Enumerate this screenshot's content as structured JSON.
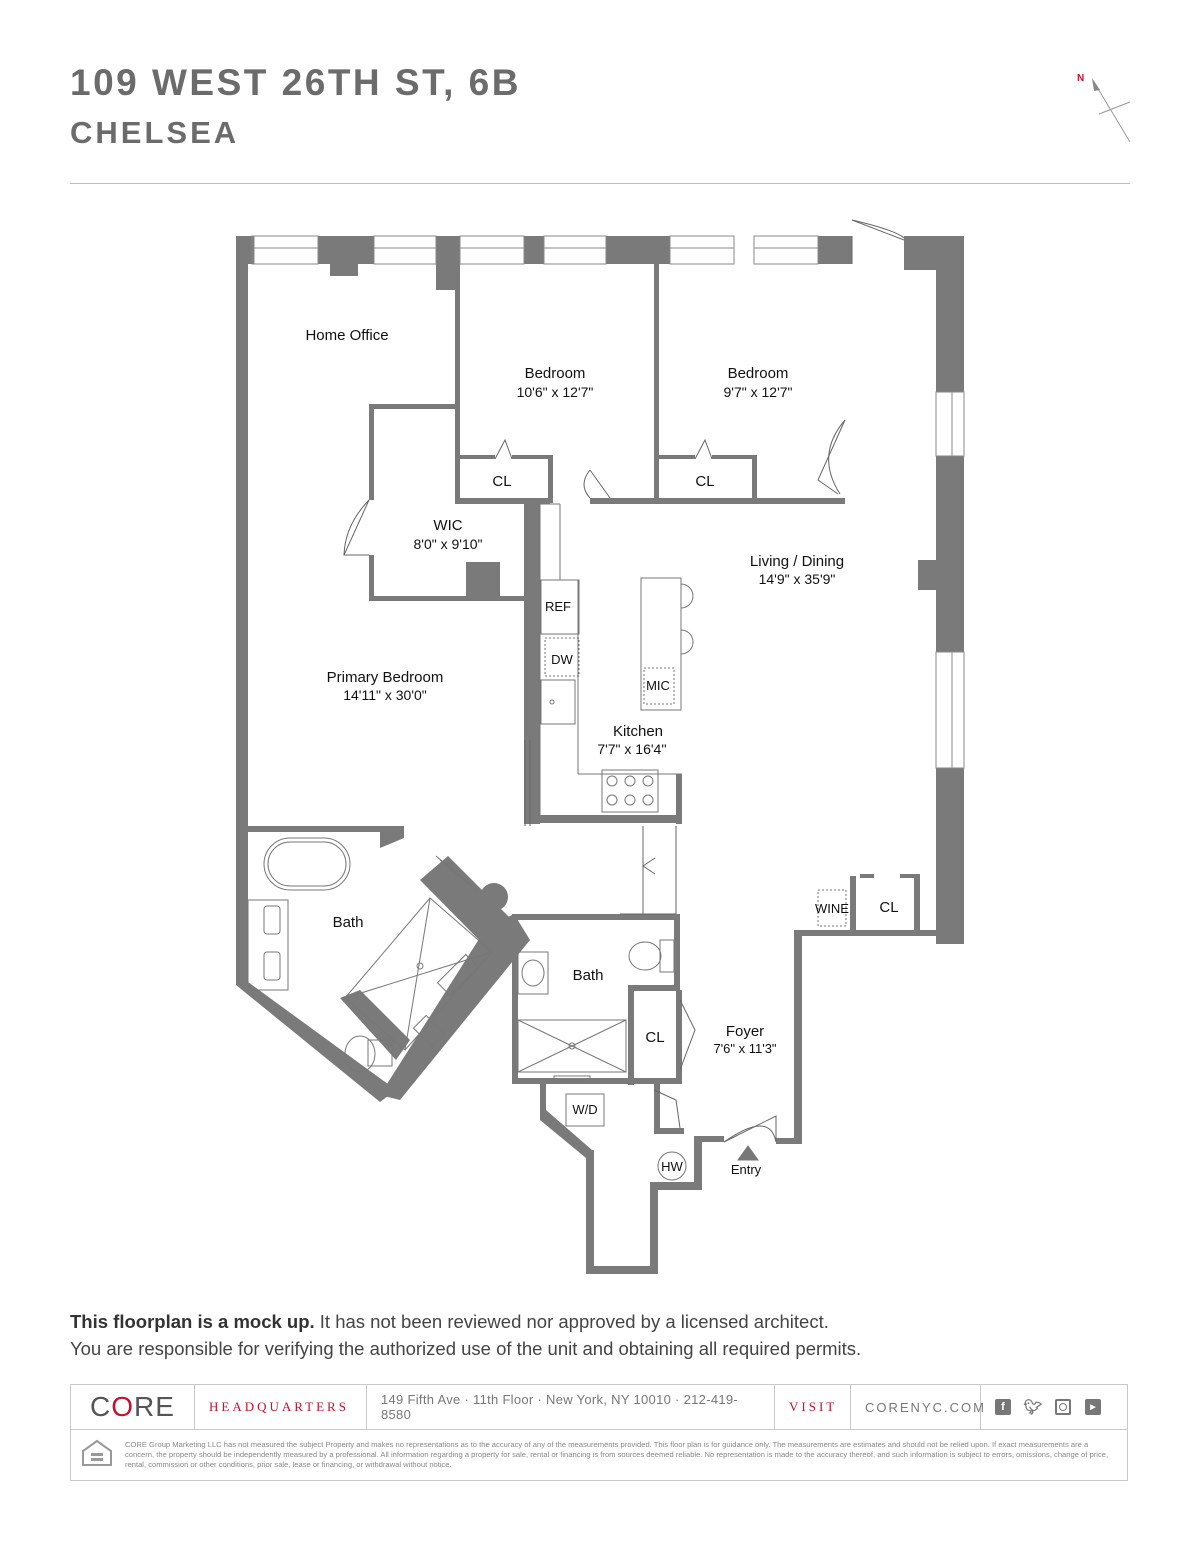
{
  "header": {
    "address": "109 WEST 26TH ST, 6B",
    "neighborhood": "CHELSEA",
    "compass_label": "N"
  },
  "rooms": {
    "home_office": "Home Office",
    "bedroom1": "Bedroom",
    "bedroom1_dim": "10'6\" x 12'7\"",
    "bedroom2": "Bedroom",
    "bedroom2_dim": "9'7\" x 12'7\"",
    "cl1": "CL",
    "cl2": "CL",
    "wic": "WIC",
    "wic_dim": "8'0\" x 9'10\"",
    "living": "Living / Dining",
    "living_dim": "14'9\" x 35'9\"",
    "ref": "REF",
    "dw": "DW",
    "mic": "MIC",
    "primary": "Primary Bedroom",
    "primary_dim": "14'11\" x 30'0\"",
    "kitchen": "Kitchen",
    "kitchen_dim": "7'7\" x 16'4''",
    "bath1": "Bath",
    "bath2": "Bath",
    "wine": "WINE",
    "cl3": "CL",
    "cl4": "CL",
    "foyer": "Foyer",
    "foyer_dim": "7'6\" x 11'3\"",
    "wd": "W/D",
    "hw": "HW",
    "entry": "Entry"
  },
  "disclaimer": {
    "bold": "This floorplan is a mock up.",
    "line1_rest": " It has not been reviewed nor approved by a licensed architect.",
    "line2": "You are responsible for verifying the authorized use of the unit and obtaining all required permits."
  },
  "footer": {
    "logo_c": "C",
    "logo_o": "O",
    "logo_re": "RE",
    "headquarters": "HEADQUARTERS",
    "address": "149 Fifth Ave · 11th Floor · New York, NY 10010 · 212-419-8580",
    "visit": "VISIT",
    "website": "CORENYC.COM",
    "social": [
      "facebook-icon",
      "twitter-icon",
      "instagram-icon",
      "youtube-icon"
    ],
    "legal": "CORE Group Marketing LLC has not measured the subject Property and makes no representations as to the accuracy of any of the measurements provided. This floor plan is for guidance only. The measurements are estimates and should not be relied upon. If exact measurements are a concern, the property should be independently measured by a professional. All information regarding a property for sale, rental or financing is from sources deemed reliable. No representation is made to the accuracy thereof, and such information is subject to errors, omissions, change of price, rental, commission or other conditions, prior sale, lease or financing, or withdrawal without notice."
  },
  "colors": {
    "wall": "#7a7a7a",
    "brand_red": "#c8102e",
    "header_grey": "#6b6b6b"
  }
}
